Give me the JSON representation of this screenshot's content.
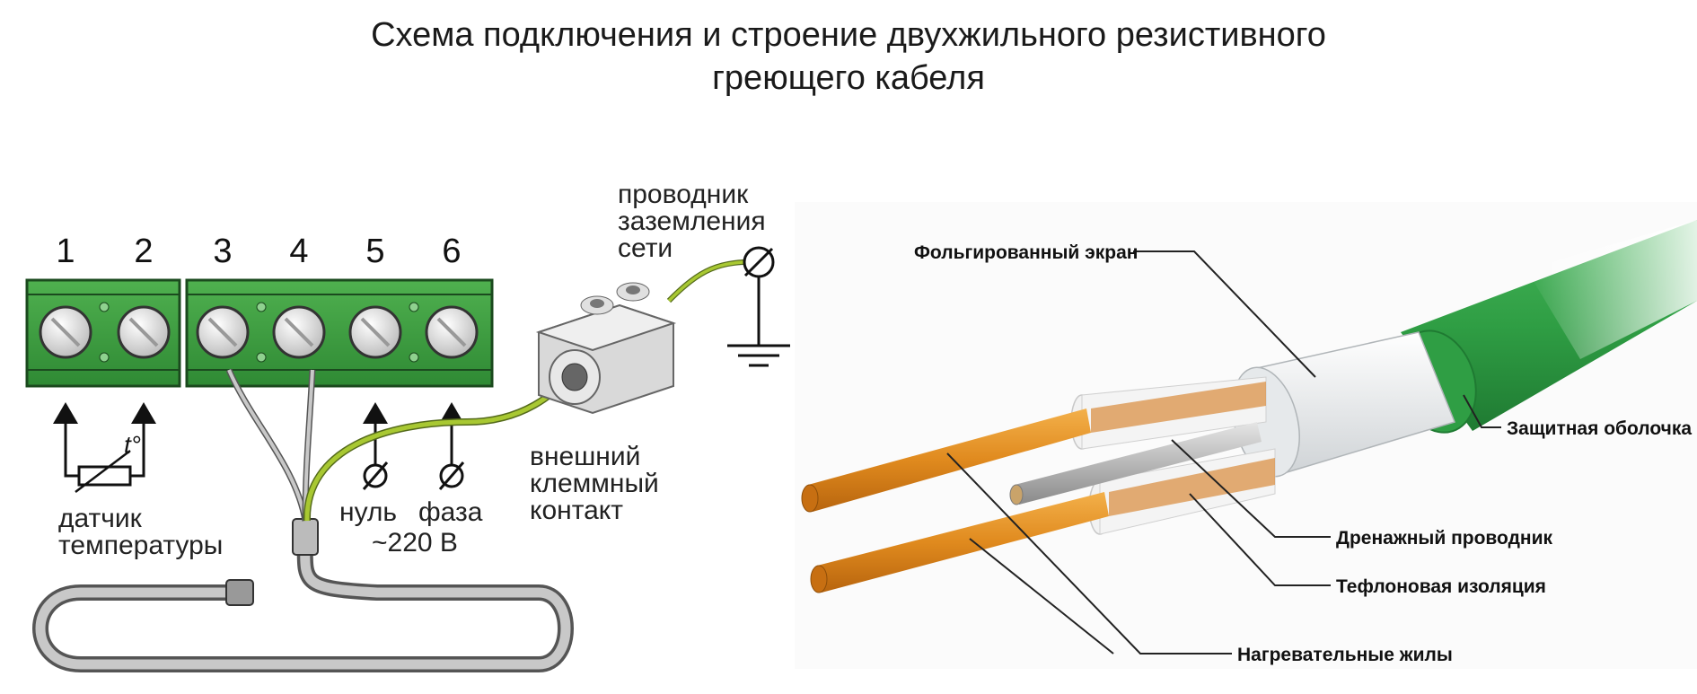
{
  "title": {
    "line1": "Схема подключения и строение двухжильного резистивного",
    "line2": "греющего кабеля"
  },
  "wiring_diagram": {
    "terminal_numbers": [
      "1",
      "2",
      "3",
      "4",
      "5",
      "6"
    ],
    "ground_conductor": [
      "проводник",
      "заземления",
      "сети"
    ],
    "external_contact": [
      "внешний",
      "клеммный",
      "контакт"
    ],
    "sensor_symbol": "t°",
    "sensor_label": [
      "датчик",
      "температуры"
    ],
    "neutral": "нуль",
    "phase": "фаза",
    "voltage": "~220 В"
  },
  "cable_structure": {
    "foil_screen": "Фольгированный экран",
    "protective_sheath": "Защитная оболочка",
    "drain_wire": "Дренажный проводник",
    "teflon_insulation": "Тефлоновая изоляция",
    "heating_cores": "Нагревательные жилы"
  },
  "colors": {
    "terminal_green": "#3d9a3d",
    "cable_green": "#2f9e44",
    "copper": "#e08a1e",
    "ground_wire": "#a8c832"
  }
}
